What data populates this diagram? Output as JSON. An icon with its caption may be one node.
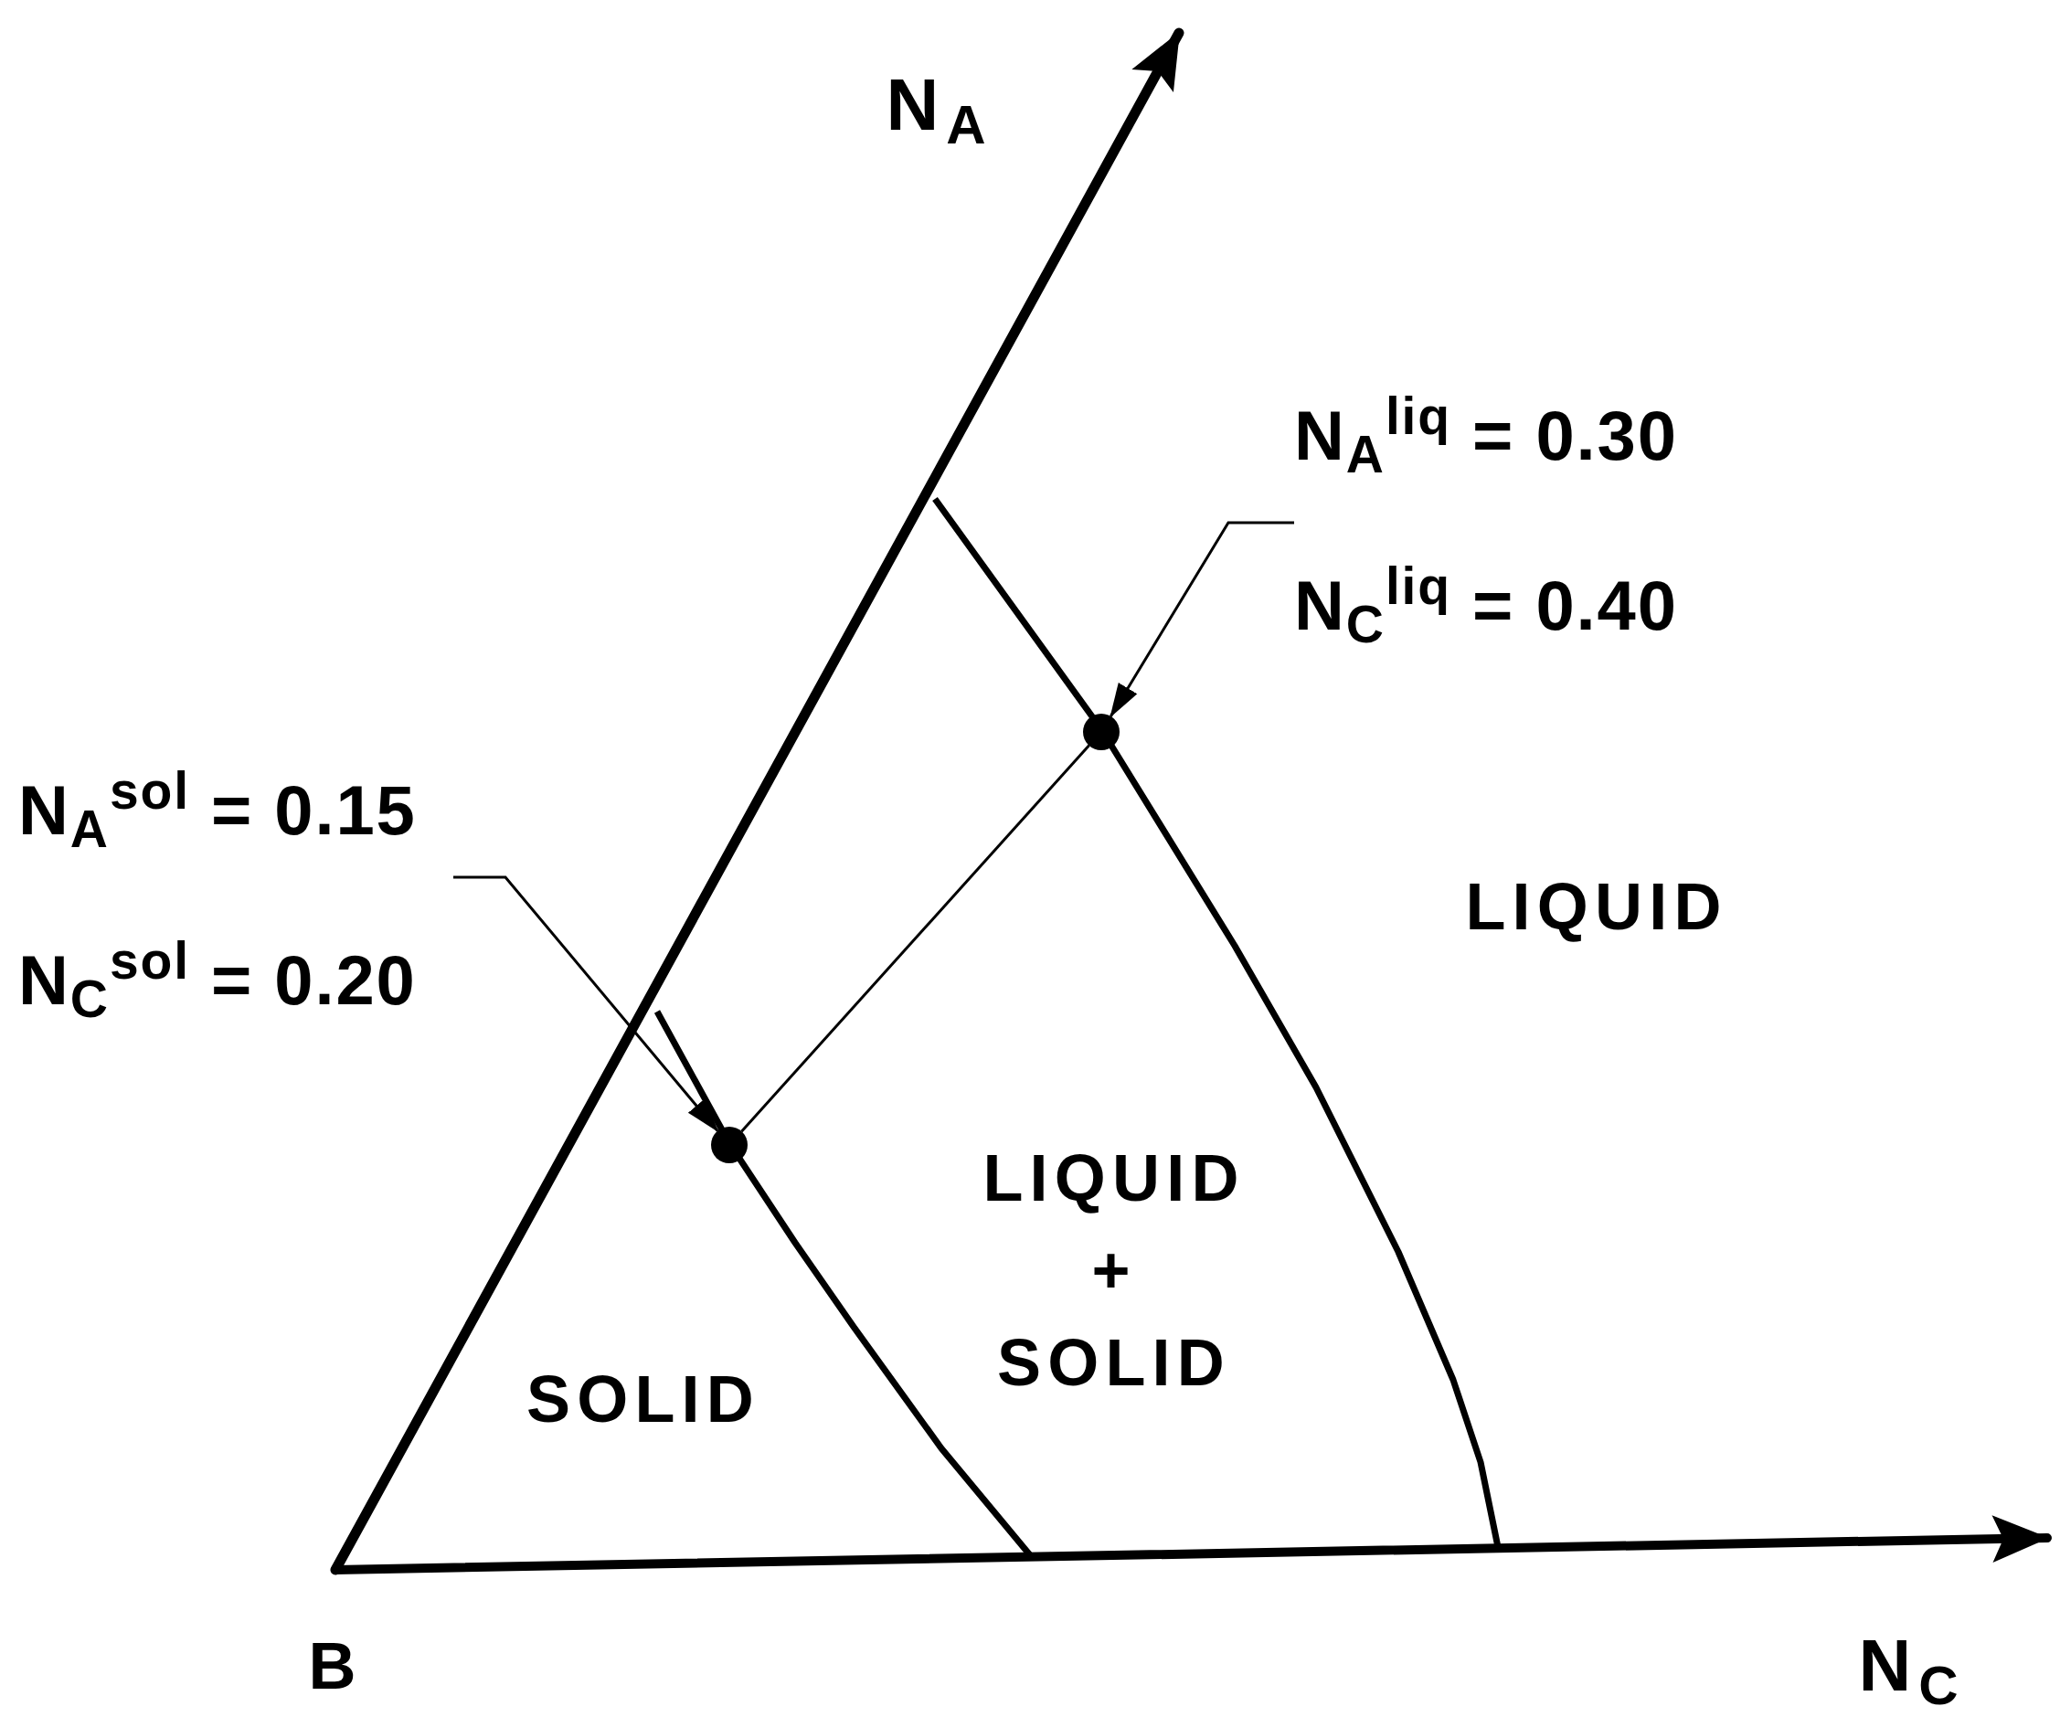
{
  "diagram": {
    "nodes": [
      {
        "text": [
          "N$_{A}$$^{liq}$ = 0.30",
          "N$_{C}$$^{liq}$ = 0.40"
        ]
      },
      {
        "text": [
          "N$_{A}$$^{sol}$ = 0.15",
          "N$_{C}$$^{sol}$ = 0.20"
        ]
      },
      {
        "text": [],
        "shape": "circle"
      },
      {
        "text": [],
        "shape": "circle"
      }
    ],
    "edges": [
      {
        "from": 0,
        "to": 2,
        "arrow": "to"
      },
      {
        "from": 1,
        "to": 3,
        "arrow": "to"
      },
      {
        "from": 3,
        "to": 2,
        "arrow": "none"
      }
    ],
    "labels": [
      "N$_{A}$",
      "LIQUID",
      "LIQUID + SOLID",
      "SOLID",
      "B",
      "N$_{C}$"
    ]
  }
}
